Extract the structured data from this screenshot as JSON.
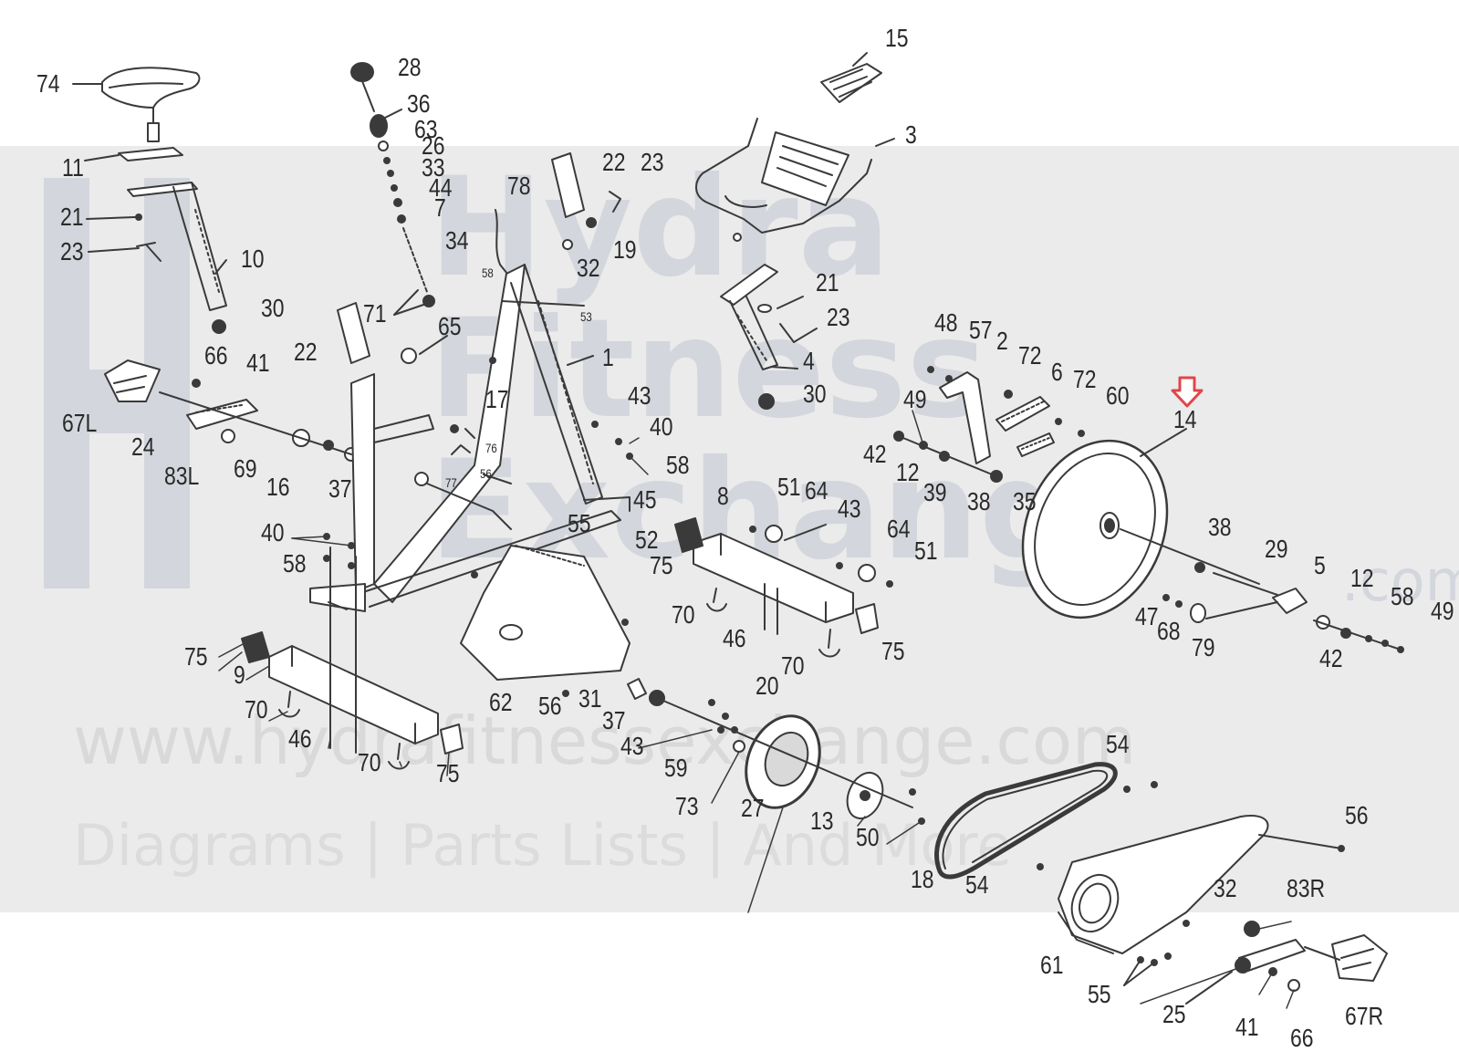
{
  "watermark": {
    "brand_lines": [
      "Hydra",
      "Fitness",
      "Exchange"
    ],
    "tld": ".com",
    "url": "www.hydrafitnessexchange.com",
    "tagline": "Diagrams | Parts Lists | And More"
  },
  "highlight_part": "14",
  "colors": {
    "line": "#3a3a3a",
    "band": "#ebebeb",
    "marker": "#e0454b",
    "watermark": "#d3d6dc"
  },
  "labels": [
    "74",
    "28",
    "36",
    "63",
    "26",
    "33",
    "44",
    "7",
    "34",
    "71",
    "15",
    "3",
    "11",
    "21",
    "23",
    "10",
    "78",
    "22",
    "23",
    "19",
    "32",
    "30",
    "66",
    "41",
    "65",
    "22",
    "58",
    "53",
    "1",
    "21",
    "23",
    "4",
    "30",
    "48",
    "57",
    "2",
    "72",
    "6",
    "72",
    "60",
    "14",
    "67L",
    "24",
    "83L",
    "69",
    "16",
    "37",
    "17",
    "43",
    "40",
    "76",
    "56",
    "77",
    "58",
    "49",
    "42",
    "12",
    "39",
    "38",
    "35",
    "45",
    "52",
    "55",
    "8",
    "51",
    "64",
    "43",
    "64",
    "51",
    "75",
    "70",
    "46",
    "70",
    "75",
    "38",
    "29",
    "5",
    "12",
    "58",
    "49",
    "47",
    "68",
    "79",
    "42",
    "40",
    "58",
    "75",
    "9",
    "70",
    "46",
    "70",
    "75",
    "62",
    "56",
    "31",
    "37",
    "20",
    "43",
    "59",
    "73",
    "27",
    "13",
    "50",
    "54",
    "18",
    "54",
    "56",
    "32",
    "83R",
    "61",
    "55",
    "25",
    "41",
    "66",
    "67R"
  ]
}
